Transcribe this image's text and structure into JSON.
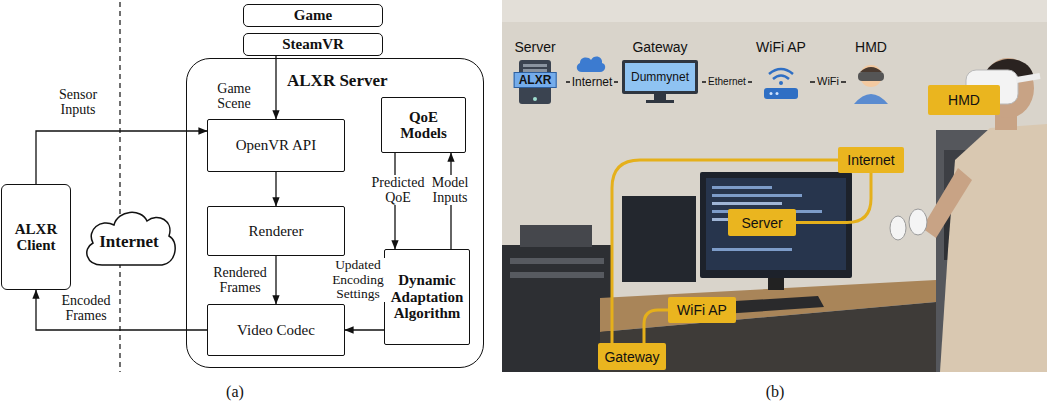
{
  "diagram": {
    "nodes": [
      {
        "text": [
          "Game"
        ]
      },
      {
        "text": [
          "SteamVR"
        ]
      },
      {
        "text": [
          "ALXR Server"
        ]
      },
      {
        "text": [
          "OpenVR API"
        ],
        "in": 2
      },
      {
        "text": [
          "Renderer"
        ],
        "in": 2
      },
      {
        "text": [
          "Video Codec"
        ],
        "in": 2
      },
      {
        "text": [
          "QoE Models"
        ],
        "in": 2
      },
      {
        "text": [
          "Dynamic Adaptation Algorithm"
        ],
        "in": 2
      },
      {
        "text": [
          "ALXR Client"
        ]
      },
      {
        "text": [
          "Internet"
        ]
      },
      {
        "text": [
          "Server",
          "ALXR"
        ]
      },
      {
        "text": [
          "Gateway",
          "Dummynet"
        ]
      },
      {
        "text": [
          "WiFi AP"
        ]
      },
      {
        "text": [
          "HMD"
        ]
      },
      {
        "text": [
          "HMD"
        ]
      },
      {
        "text": [
          "Internet"
        ]
      },
      {
        "text": [
          "Server"
        ]
      },
      {
        "text": [
          "WiFi AP"
        ]
      },
      {
        "text": [
          "Gateway"
        ]
      }
    ],
    "edges": [
      {
        "from": 1,
        "to": 3,
        "arrow": "to",
        "label": "Game Scene"
      },
      {
        "from": 8,
        "to": 3,
        "arrow": "to",
        "label": "Sensor Inputs"
      },
      {
        "from": 3,
        "to": 4,
        "arrow": "to"
      },
      {
        "from": 4,
        "to": 5,
        "arrow": "to",
        "label": "Rendered Frames"
      },
      {
        "from": 5,
        "to": 8,
        "arrow": "to",
        "label": "Encoded Frames"
      },
      {
        "from": 6,
        "to": 7,
        "arrow": "to",
        "label": "Predicted QoE"
      },
      {
        "from": 7,
        "to": 6,
        "arrow": "to",
        "label": "Model Inputs"
      },
      {
        "from": 7,
        "to": 5,
        "arrow": "to",
        "label": "Updated Encoding Settings"
      },
      {
        "from": 10,
        "to": 11,
        "arrow": "none",
        "label": "Internet"
      },
      {
        "from": 11,
        "to": 12,
        "arrow": "none",
        "label": "Ethernet"
      },
      {
        "from": 12,
        "to": 13,
        "arrow": "none",
        "label": "WiFi"
      },
      {
        "from": 18,
        "to": 15,
        "arrow": "none"
      },
      {
        "from": 15,
        "to": 16,
        "arrow": "none"
      },
      {
        "from": 17,
        "to": 18,
        "arrow": "none"
      }
    ],
    "labels": [
      "(a)",
      "(b)"
    ]
  }
}
